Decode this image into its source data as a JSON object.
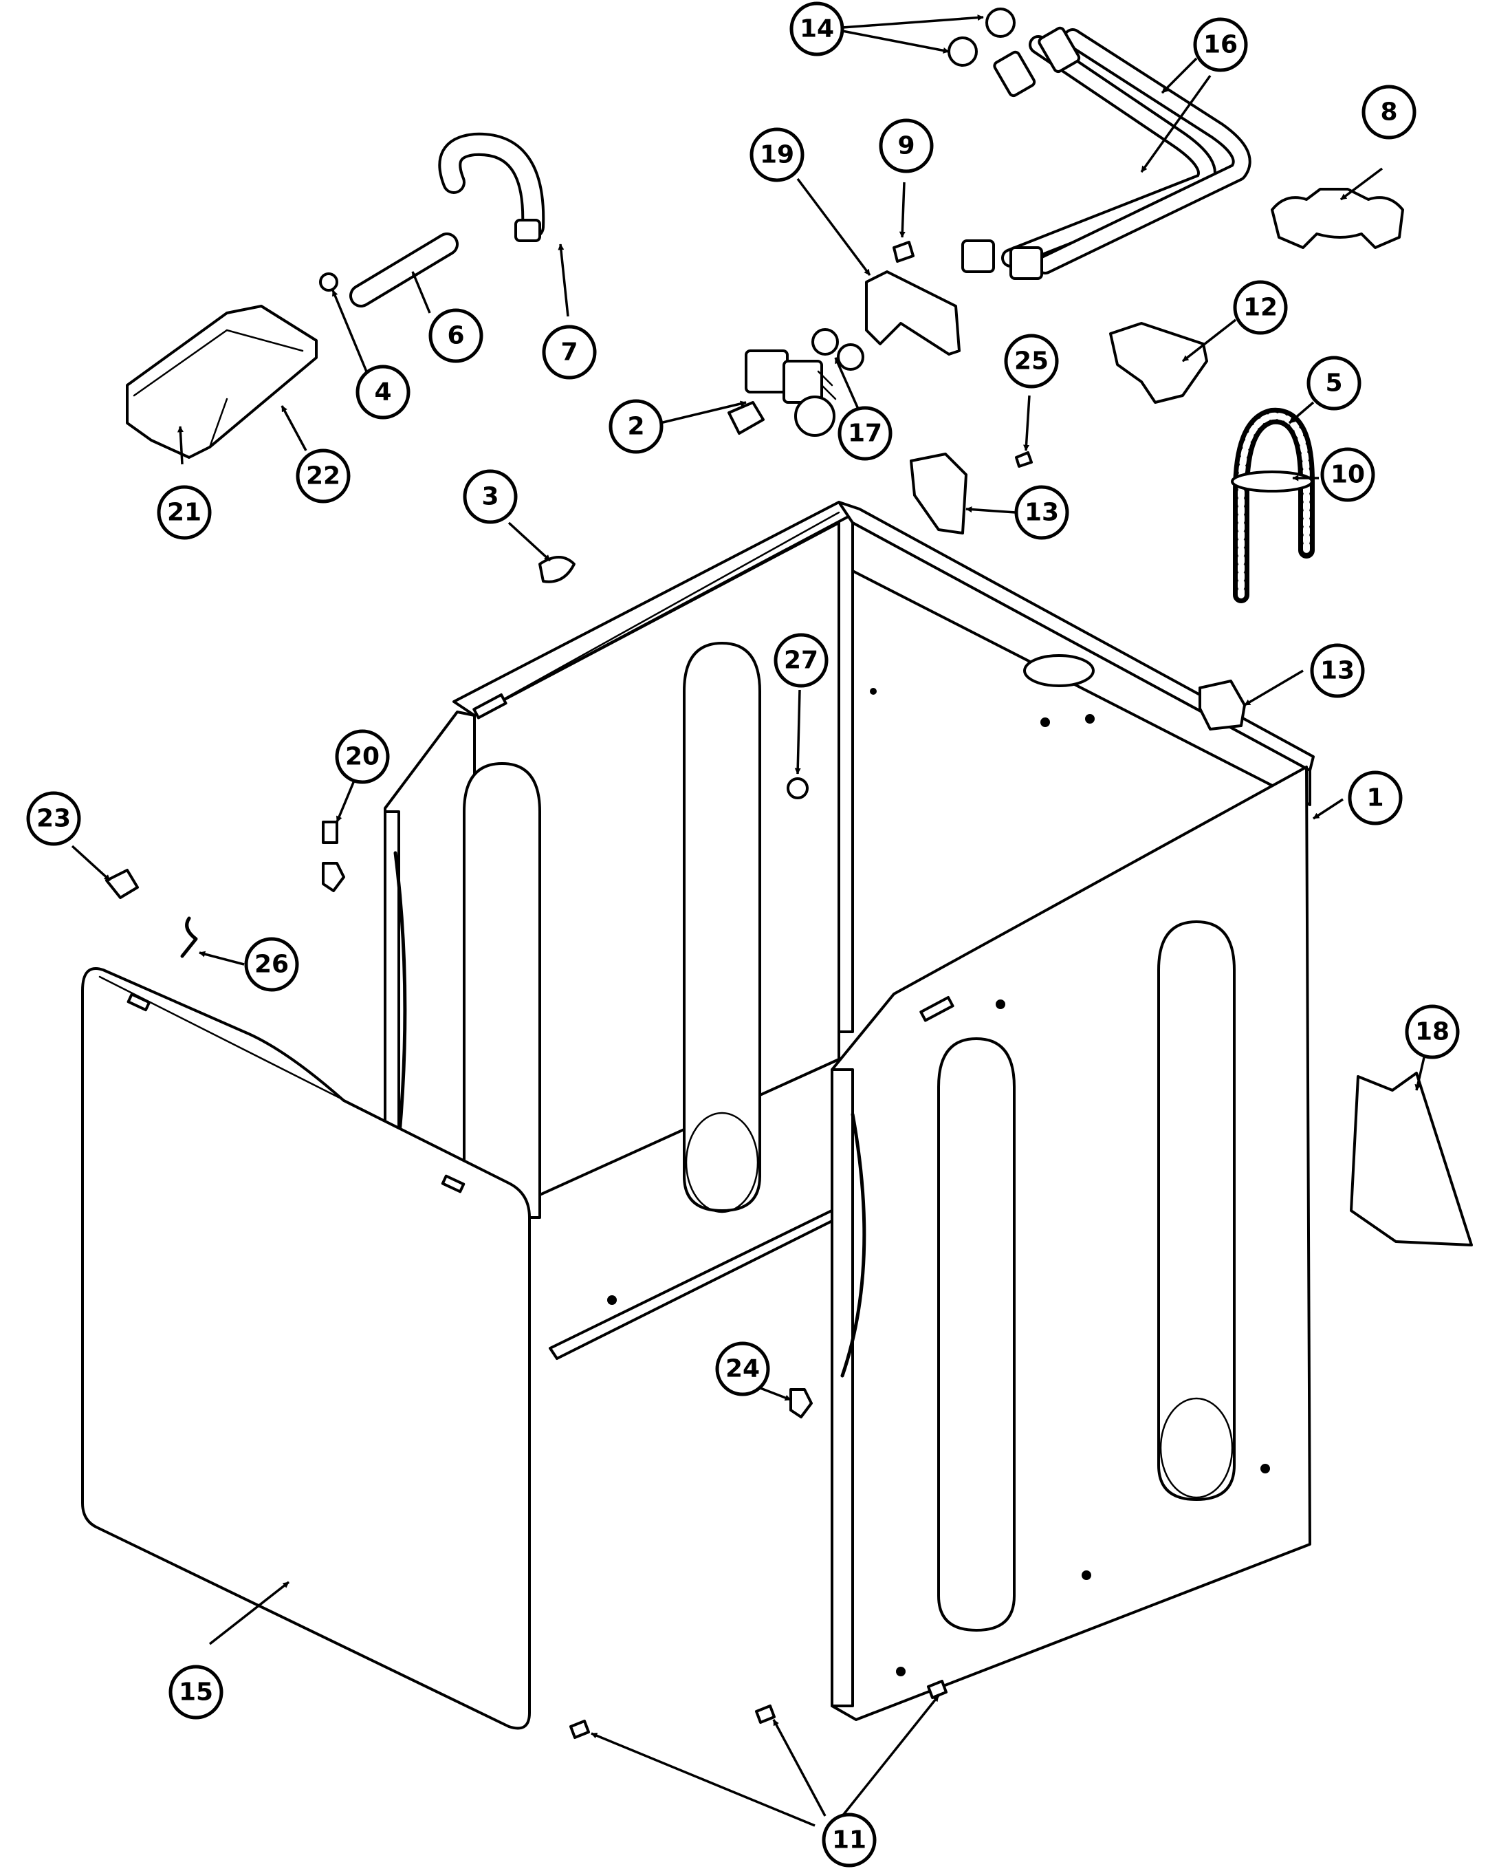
{
  "callouts": [
    {
      "label": "1"
    },
    {
      "label": "2"
    },
    {
      "label": "3"
    },
    {
      "label": "4"
    },
    {
      "label": "5"
    },
    {
      "label": "6"
    },
    {
      "label": "7"
    },
    {
      "label": "8"
    },
    {
      "label": "9"
    },
    {
      "label": "10"
    },
    {
      "label": "11"
    },
    {
      "label": "12"
    },
    {
      "label": "13"
    },
    {
      "label": "13"
    },
    {
      "label": "14"
    },
    {
      "label": "15"
    },
    {
      "label": "16"
    },
    {
      "label": "17"
    },
    {
      "label": "18"
    },
    {
      "label": "19"
    },
    {
      "label": "20"
    },
    {
      "label": "21"
    },
    {
      "label": "22"
    },
    {
      "label": "23"
    },
    {
      "label": "24"
    },
    {
      "label": "25"
    },
    {
      "label": "26"
    },
    {
      "label": "27"
    }
  ],
  "colors": {
    "line": "#000000",
    "background": "#ffffff"
  }
}
